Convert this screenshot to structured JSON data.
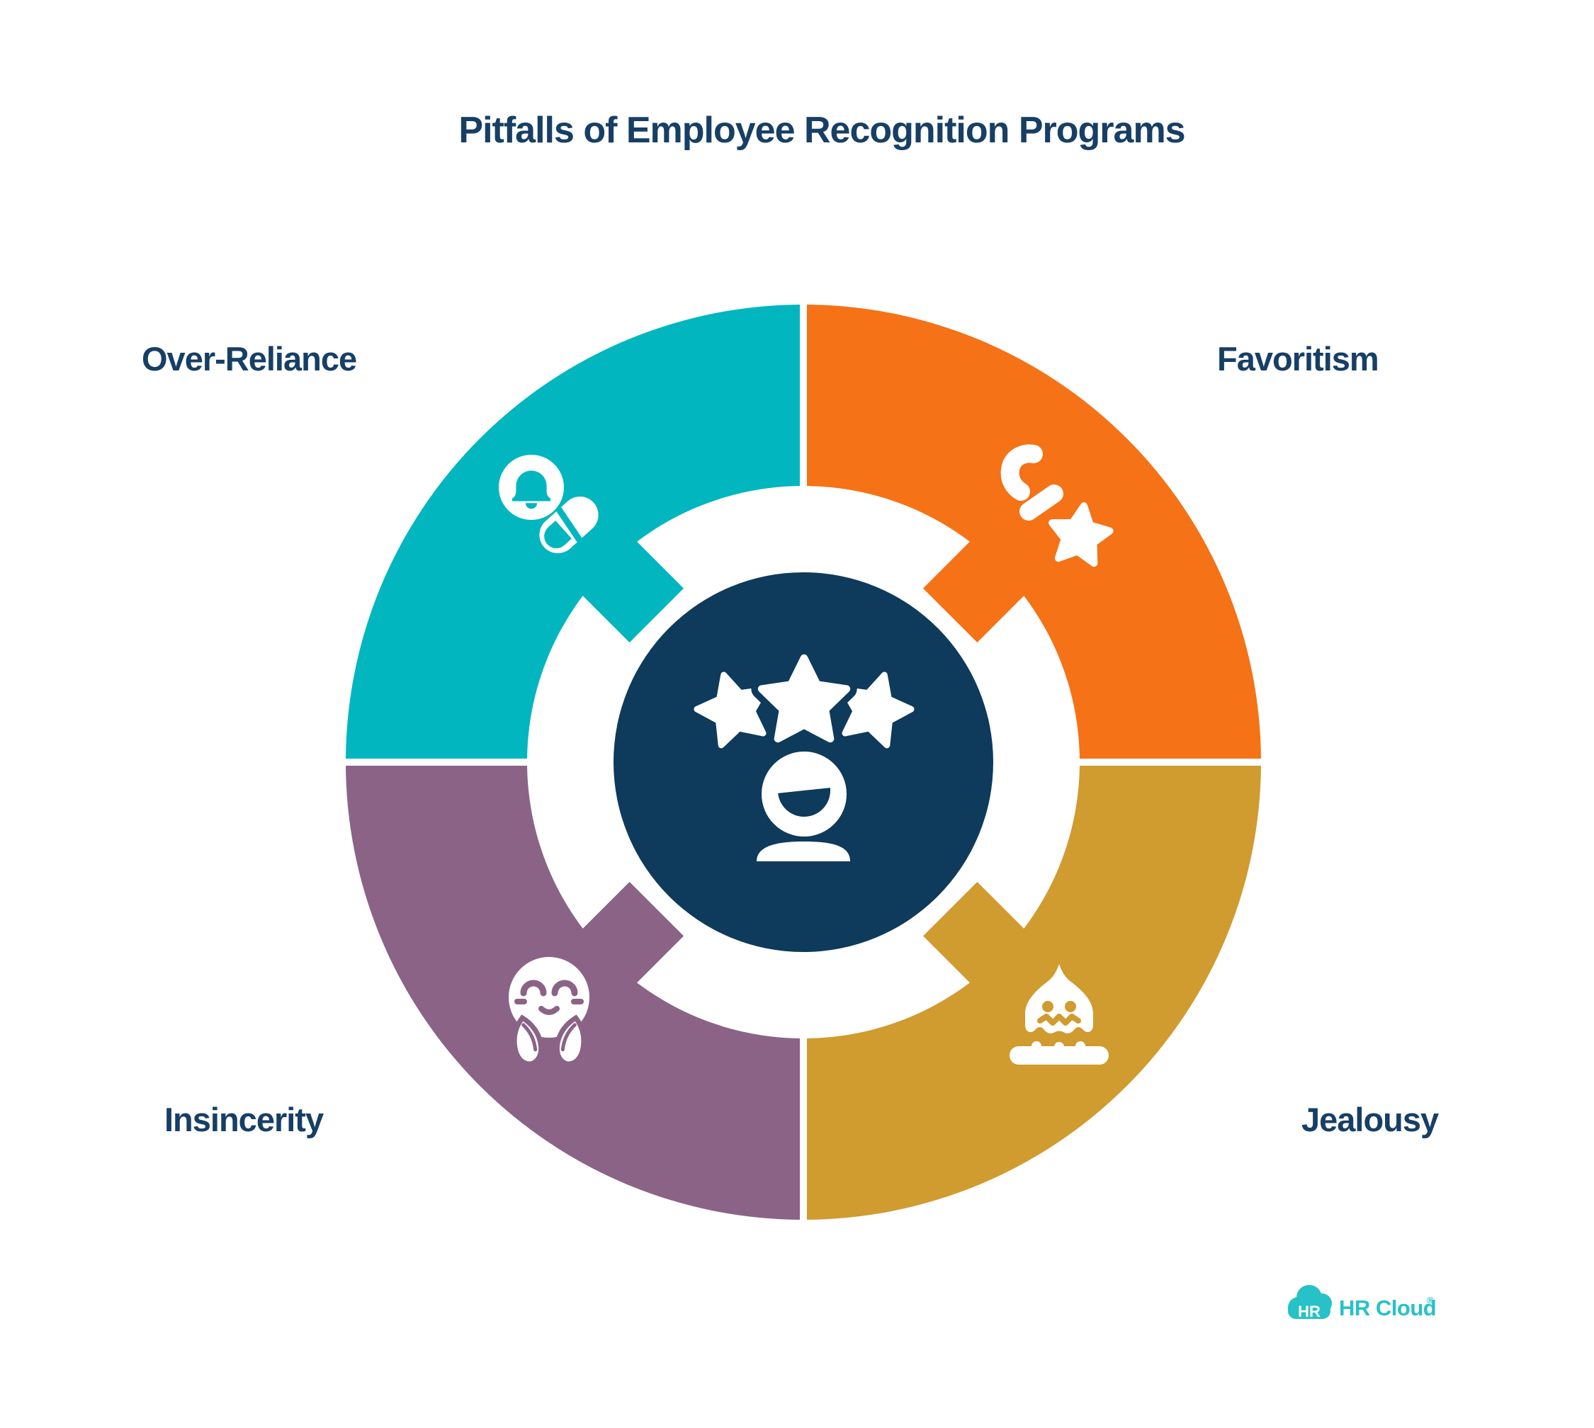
{
  "title": "Pitfalls of Employee Recognition Programs",
  "colors": {
    "background": "#FFFFFF",
    "text": "#173F66",
    "white": "#FFFFFF"
  },
  "center": {
    "icon": "person-with-three-stars-icon",
    "color": "#0E3A5B"
  },
  "segments": [
    {
      "label": "Over-Reliance",
      "color": "#02B6BF",
      "icon": "notification-bell-and-pill-icon",
      "position": "top-left"
    },
    {
      "label": "Favoritism",
      "color": "#F57216",
      "icon": "ribbon-and-star-icon",
      "position": "top-right"
    },
    {
      "label": "Jealousy",
      "color": "#D09B2F",
      "icon": "melting-jealous-monster-icon",
      "position": "bottom-right"
    },
    {
      "label": "Insincerity",
      "color": "#8A6386",
      "icon": "bashful-smile-with-hands-icon",
      "position": "bottom-left"
    }
  ],
  "logo": {
    "badge_text": "HR",
    "brand_text": "HR Cloud",
    "registered_mark": "®",
    "color": "#27C1C8"
  }
}
